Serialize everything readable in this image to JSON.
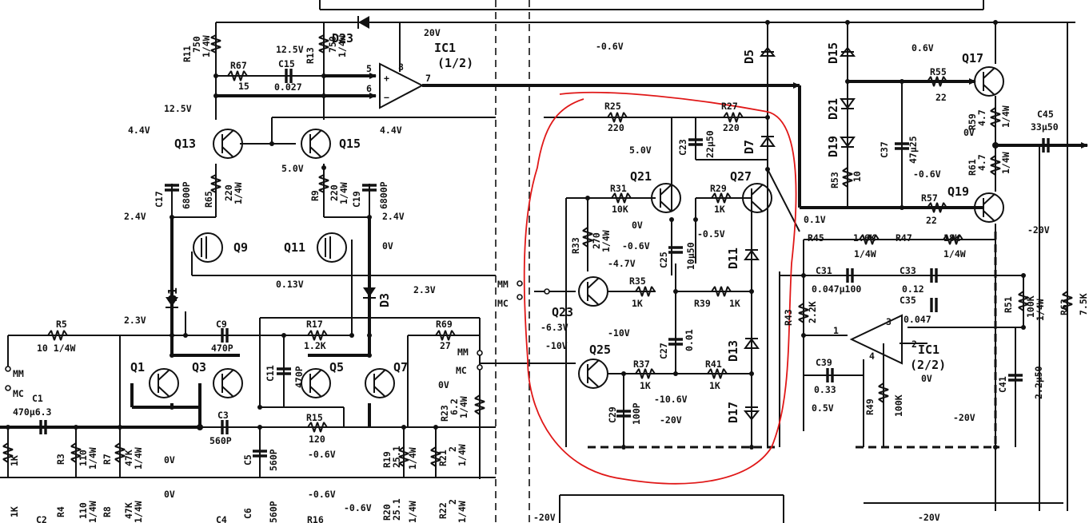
{
  "transistors": [
    "Q1",
    "Q3",
    "Q5",
    "Q7",
    "Q9",
    "Q11",
    "Q13",
    "Q15",
    "Q17",
    "Q19",
    "Q21",
    "Q23",
    "Q25",
    "Q27"
  ],
  "diodes": [
    "D1",
    "D3",
    "D5",
    "D7",
    "D11",
    "D13",
    "D15",
    "D17",
    "D19",
    "D21",
    "D23"
  ],
  "ic": {
    "u1": "IC1",
    "u1_part": "(1/2)",
    "u2": "IC1",
    "u2_part": "(2/2)"
  },
  "ic_pins": {
    "p2": "2",
    "p3": "3",
    "p4": "4",
    "p5": "5",
    "p6": "6",
    "p7": "7",
    "p8": "8",
    "p1": "1"
  },
  "resistors": [
    {
      "ref": "R11",
      "val": "750",
      "rating": "1/4W"
    },
    {
      "ref": "R13",
      "val": "750",
      "rating": "1/4W"
    },
    {
      "ref": "R67",
      "val": "15"
    },
    {
      "ref": "R65",
      "val": "220",
      "rating": "1/4W"
    },
    {
      "ref": "R9",
      "val": "220",
      "rating": "1/4W"
    },
    {
      "ref": "R5",
      "val": "10 1/4W"
    },
    {
      "ref": "R17",
      "val": "1.2K"
    },
    {
      "ref": "R15",
      "val": "120"
    },
    {
      "ref": "R69",
      "val": "27"
    },
    {
      "ref": "R23",
      "val": "6.2",
      "rating": "1/4W"
    },
    {
      "ref": "R19",
      "val": "25.1",
      "rating": "1/4W"
    },
    {
      "ref": "R21",
      "val": "2",
      "rating": "1/4W"
    },
    {
      "ref": "R3",
      "val": "110",
      "rating": "1/4W"
    },
    {
      "ref": "R7",
      "val": "47K",
      "rating": "1/4W"
    },
    {
      "ref": "R25",
      "val": "220"
    },
    {
      "ref": "R27",
      "val": "220"
    },
    {
      "ref": "R31",
      "val": "10K"
    },
    {
      "ref": "R29",
      "val": "1K"
    },
    {
      "ref": "R33",
      "val": "270",
      "rating": "1/4W"
    },
    {
      "ref": "R35",
      "val": "1K"
    },
    {
      "ref": "R39",
      "val": "1K"
    },
    {
      "ref": "R37",
      "val": "1K"
    },
    {
      "ref": "R41",
      "val": "1K"
    },
    {
      "ref": "R45",
      "val": "1.6K",
      "rating": "1/4W"
    },
    {
      "ref": "R47",
      "val": "18K",
      "rating": "1/4W"
    },
    {
      "ref": "R43",
      "val": "2.2K"
    },
    {
      "ref": "R49",
      "val": "100K"
    },
    {
      "ref": "R51",
      "val": "100K",
      "rating": "1/4W"
    },
    {
      "ref": "R63",
      "val": "7.5K"
    },
    {
      "ref": "R53",
      "val": "10"
    },
    {
      "ref": "R55",
      "val": "22"
    },
    {
      "ref": "R57",
      "val": "22"
    },
    {
      "ref": "R59",
      "val": "4.7",
      "rating": "1/4W"
    },
    {
      "ref": "R61",
      "val": "4.7",
      "rating": "1/4W"
    }
  ],
  "capacitors": [
    {
      "ref": "C15",
      "val": "0.027"
    },
    {
      "ref": "C17",
      "val": "6800P"
    },
    {
      "ref": "C19",
      "val": "6800P"
    },
    {
      "ref": "C9",
      "val": "470P"
    },
    {
      "ref": "C11",
      "val": "470P"
    },
    {
      "ref": "C3",
      "val": "560P"
    },
    {
      "ref": "C5",
      "val": "560P"
    },
    {
      "ref": "C1",
      "val": "470µ6.3"
    },
    {
      "ref": "C23",
      "val": "22µ50"
    },
    {
      "ref": "C25",
      "val": "10µ50"
    },
    {
      "ref": "C27",
      "val": "0.01"
    },
    {
      "ref": "C29",
      "val": "100P"
    },
    {
      "ref": "C31",
      "val": "0.047µ100"
    },
    {
      "ref": "C33",
      "val": "0.12"
    },
    {
      "ref": "C35",
      "val": "0.047"
    },
    {
      "ref": "C39",
      "val": "0.33"
    },
    {
      "ref": "C37",
      "val": "47µ25"
    },
    {
      "ref": "C41",
      "val": "2.2µ50"
    },
    {
      "ref": "C45",
      "val": "33µ50"
    }
  ],
  "partial_labels": {
    "c2": "C2",
    "c4": "C4",
    "c6": "C6",
    "c6v": "560P",
    "r4": "R4",
    "r4v": "110",
    "r8": "R8",
    "r8v": "47K",
    "r16": "R16",
    "r20": "R20",
    "r20v": "25.1",
    "r22": "R22",
    "r22v": "2",
    "k1": "1K",
    "k2": "1K",
    "rat1": "1/4W",
    "rat2": "1/4W",
    "rat3": "1/4W",
    "rat4": "1/4W"
  },
  "voltages": {
    "v20": "20V",
    "v12_5a": "12.5V",
    "v12_5b": "12.5V",
    "v4_4a": "4.4V",
    "v4_4b": "4.4V",
    "v5_0a": "5.0V",
    "v2_4a": "2.4V",
    "v2_4b": "2.4V",
    "v0a": "0V",
    "v0_13": "0.13V",
    "v2_3a": "2.3V",
    "v2_3b": "2.3V",
    "v0b": "0V",
    "vm0_6a": "-0.6V",
    "v0c": "0V",
    "vm0_6top": "-0.6V",
    "v5_0b": "5.0V",
    "v0d": "0V",
    "vm0_6b": "-0.6V",
    "vm0_5": "-0.5V",
    "vm4_7": "-4.7V",
    "vm6_3": "-6.3V",
    "vm10a": "-10V",
    "vm10b": "-10V",
    "vm10_6": "-10.6V",
    "vm20a": "-20V",
    "v0_1": "0.1V",
    "v0_6": "0.6V",
    "v0e": "0V",
    "vm0_6c": "-0.6V",
    "vm20b": "-20V",
    "vm20c": "-20V",
    "v0f": "0V",
    "v0_5": "0.5V",
    "vm0_6d": "-0.6V",
    "v0g": "0V",
    "vm20d": "-20V",
    "vm20e": "-20V",
    "vm0_6e": "-0.6V"
  },
  "switches": {
    "mm1": "MM",
    "mc1": "MC",
    "mm2": "MM",
    "mc2": "MC",
    "mm3": "MM",
    "mc3": "MC"
  },
  "colors": {
    "ink": "#111111",
    "annotation": "#e01818",
    "paper": "#ffffff"
  }
}
